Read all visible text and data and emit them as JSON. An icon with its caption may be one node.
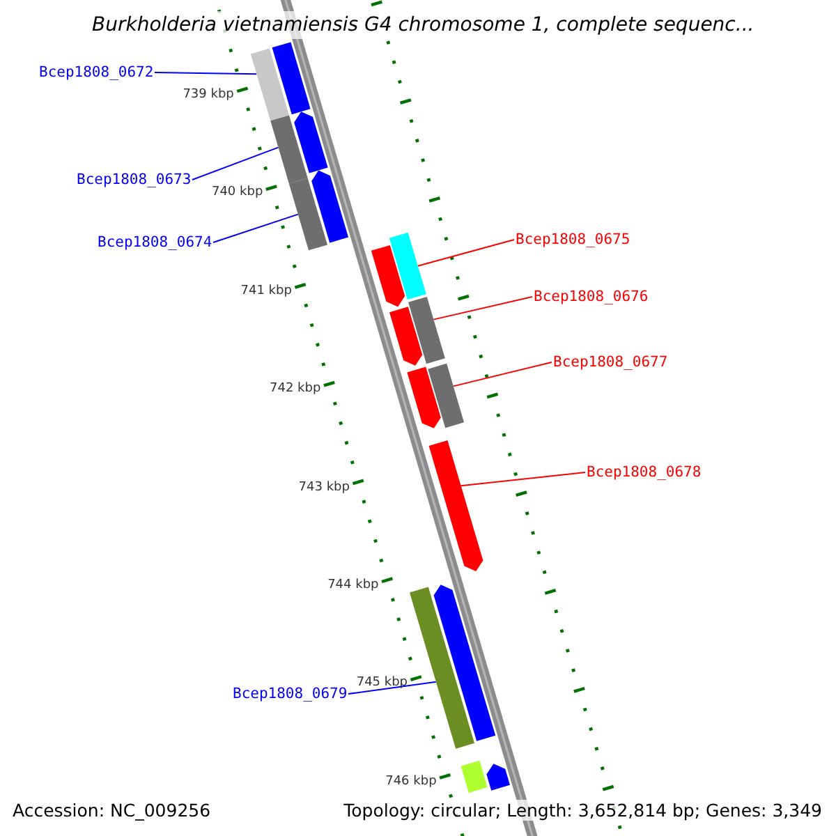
{
  "diagram": {
    "title": "Burkholderia vietnamiensis G4 chromosome 1, complete sequenc...",
    "nodes": [
      {
        "text": [
          "Bcep1808_0672"
        ]
      },
      {
        "text": [
          "Bcep1808_0673"
        ]
      },
      {
        "text": [
          "Bcep1808_0674"
        ]
      },
      {
        "text": [
          "Bcep1808_0675"
        ]
      },
      {
        "text": [
          "Bcep1808_0676"
        ]
      },
      {
        "text": [
          "Bcep1808_0677"
        ]
      },
      {
        "text": [
          "Bcep1808_0678"
        ]
      },
      {
        "text": [
          "Bcep1808_0679"
        ]
      },
      {
        "text": [],
        "shape": "bar"
      },
      {
        "text": [],
        "shape": "bar"
      },
      {
        "text": [],
        "shape": "bar"
      },
      {
        "text": [],
        "shape": "arrow"
      },
      {
        "text": [],
        "shape": "bar"
      },
      {
        "text": [],
        "shape": "arrow"
      },
      {
        "text": [],
        "shape": "arrow"
      },
      {
        "text": [],
        "shape": "bar"
      },
      {
        "text": [],
        "shape": "arrow"
      },
      {
        "text": [],
        "shape": "bar"
      },
      {
        "text": [],
        "shape": "arrow"
      },
      {
        "text": [],
        "shape": "bar"
      },
      {
        "text": [],
        "shape": "arrow"
      },
      {
        "text": [],
        "shape": "bar"
      },
      {
        "text": [],
        "shape": "arrow"
      },
      {
        "text": [],
        "shape": "bar"
      },
      {
        "text": [],
        "shape": "arrow"
      }
    ],
    "edges": [
      {
        "from": 0,
        "to": 9,
        "arrow": "none"
      },
      {
        "from": 1,
        "to": 10,
        "arrow": "none"
      },
      {
        "from": 2,
        "to": 12,
        "arrow": "none"
      },
      {
        "from": 3,
        "to": 15,
        "arrow": "none",
        "color": "#ff0000"
      },
      {
        "from": 4,
        "to": 17,
        "arrow": "none",
        "color": "#ff0000"
      },
      {
        "from": 5,
        "to": 19,
        "arrow": "none",
        "color": "#ff0000"
      },
      {
        "from": 6,
        "to": 20,
        "arrow": "none",
        "color": "#ff0000"
      },
      {
        "from": 7,
        "to": 21,
        "arrow": "none"
      }
    ],
    "labels": [
      "739 kbp",
      "740 kbp",
      "741 kbp",
      "742 kbp",
      "743 kbp",
      "744 kbp",
      "745 kbp",
      "746 kbp",
      "Accession: NC_009256",
      "Topology: circular; Length: 3,652,814 bp; Genes: 3,349"
    ]
  }
}
